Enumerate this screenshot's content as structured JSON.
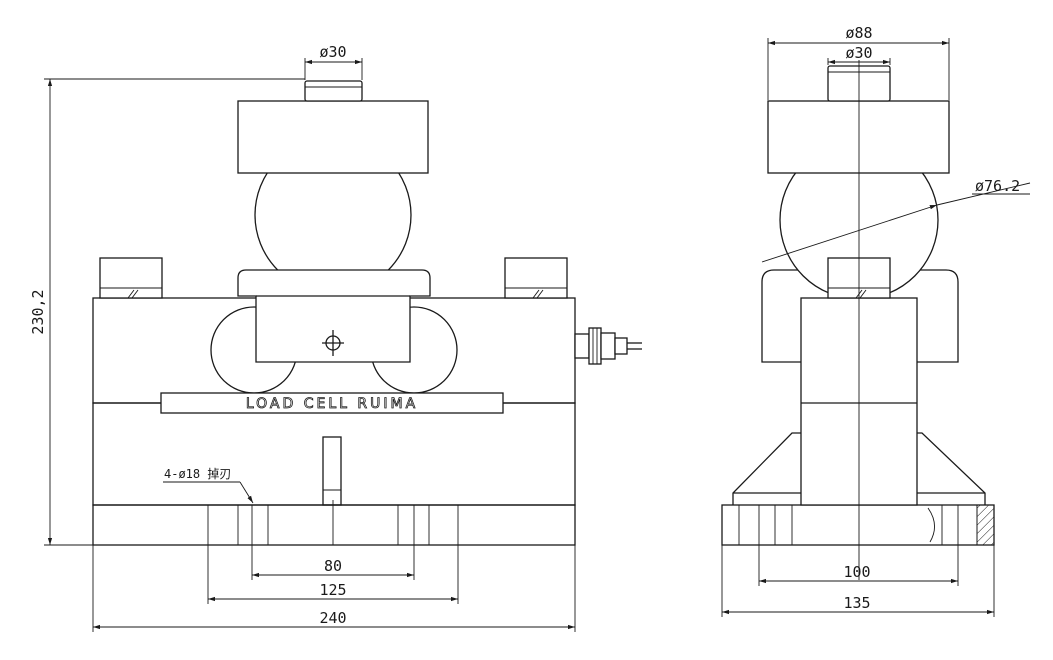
{
  "front_view": {
    "dims": {
      "top_pin": "ø30",
      "height": "230,2",
      "d80": "80",
      "d125": "125",
      "d240": "240"
    },
    "plate_text": "LOAD CELL RUIMA",
    "hole_label": "4-ø18 掉刃"
  },
  "side_view": {
    "dims": {
      "cap": "ø88",
      "pin": "ø30",
      "ball": "ø76.2",
      "d100": "100",
      "d135": "135"
    }
  }
}
